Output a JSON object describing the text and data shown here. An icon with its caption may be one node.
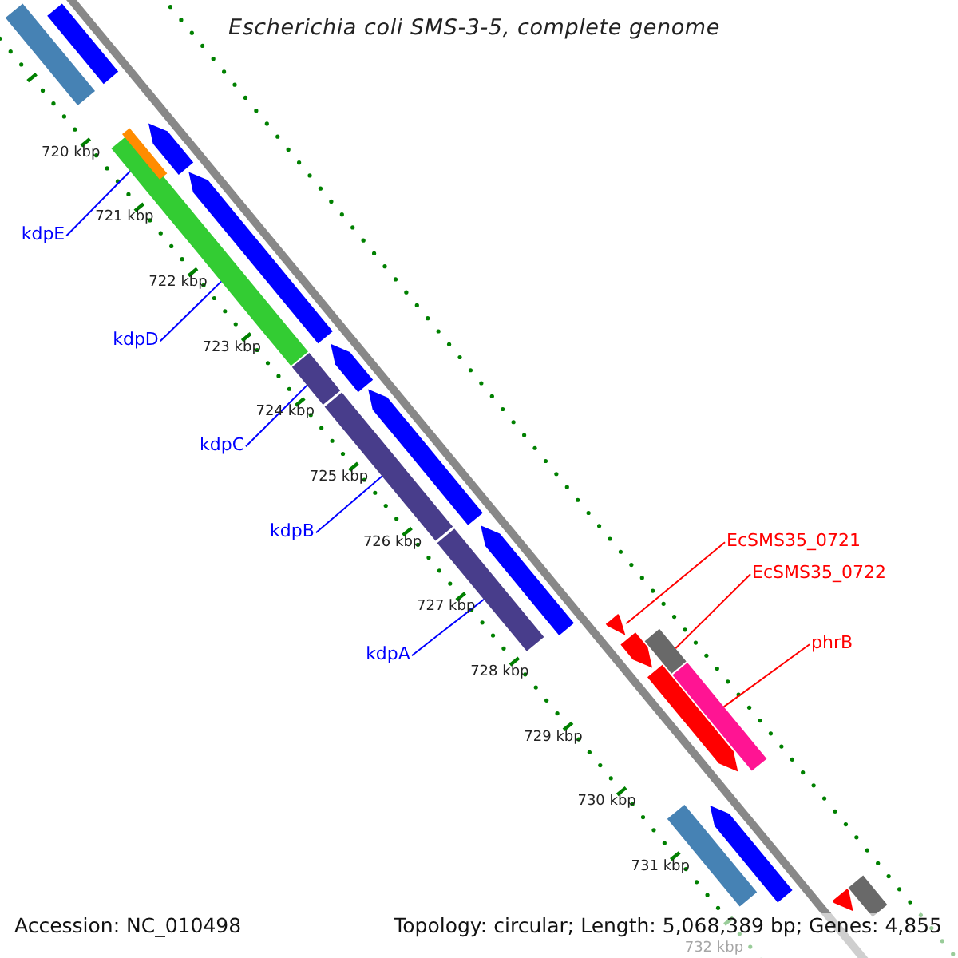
{
  "diagram": {
    "title": "Escherichia coli SMS-3-5, complete genome",
    "nodes": [
      {
        "text": [
          "kdpE"
        ]
      },
      {
        "text": [
          "kdpD"
        ]
      },
      {
        "text": [
          "kdpC"
        ]
      },
      {
        "text": [
          "kdpB"
        ]
      },
      {
        "text": [
          "kdpA"
        ]
      },
      {
        "text": [
          "EcSMS35_0721"
        ]
      },
      {
        "text": [
          "EcSMS35_0722"
        ]
      },
      {
        "text": [
          "phrB"
        ]
      },
      {
        "text": [],
        "shape": "bar"
      },
      {
        "text": [],
        "shape": "bar"
      },
      {
        "text": [],
        "shape": "bar"
      },
      {
        "text": [],
        "shape": "bar"
      },
      {
        "text": [],
        "shape": "bar"
      },
      {
        "text": [],
        "shape": "bar"
      },
      {
        "text": [],
        "shape": "bar"
      },
      {
        "text": [],
        "shape": "bar"
      },
      {
        "text": [],
        "shape": "bar"
      },
      {
        "text": [],
        "shape": "bar"
      },
      {
        "text": [],
        "shape": "bar"
      },
      {
        "text": [],
        "shape": "bar"
      },
      {
        "text": [],
        "shape": "bar"
      },
      {
        "text": [],
        "shape": "bar"
      },
      {
        "text": [],
        "shape": "bar"
      },
      {
        "text": [],
        "shape": "bar"
      },
      {
        "text": [],
        "shape": "bar"
      },
      {
        "text": [],
        "shape": "bar"
      },
      {
        "text": [],
        "shape": "bar"
      },
      {
        "text": [],
        "shape": "bar"
      },
      {
        "text": [],
        "shape": "bar"
      }
    ],
    "edges": [
      {
        "from": 0,
        "to": 8,
        "arrow": "none"
      },
      {
        "from": 1,
        "to": 9,
        "arrow": "none"
      },
      {
        "from": 2,
        "to": 10,
        "arrow": "none"
      },
      {
        "from": 3,
        "to": 11,
        "arrow": "none"
      },
      {
        "from": 4,
        "to": 12,
        "arrow": "none"
      },
      {
        "from": 5,
        "to": 13,
        "arrow": "none",
        "color": "#ff0000"
      },
      {
        "from": 6,
        "to": 14,
        "arrow": "none",
        "color": "#ff0000"
      },
      {
        "from": 7,
        "to": 15,
        "arrow": "none",
        "color": "#ff0000"
      }
    ],
    "labels": [
      "720 kbp",
      "721 kbp",
      "722 kbp",
      "723 kbp",
      "724 kbp",
      "725 kbp",
      "726 kbp",
      "727 kbp",
      "728 kbp",
      "729 kbp",
      "730 kbp",
      "731 kbp",
      "732 kbp",
      "Accession: NC_010498",
      "Topology: circular; Length: 5,068,389 bp; Genes: 4,855"
    ]
  }
}
